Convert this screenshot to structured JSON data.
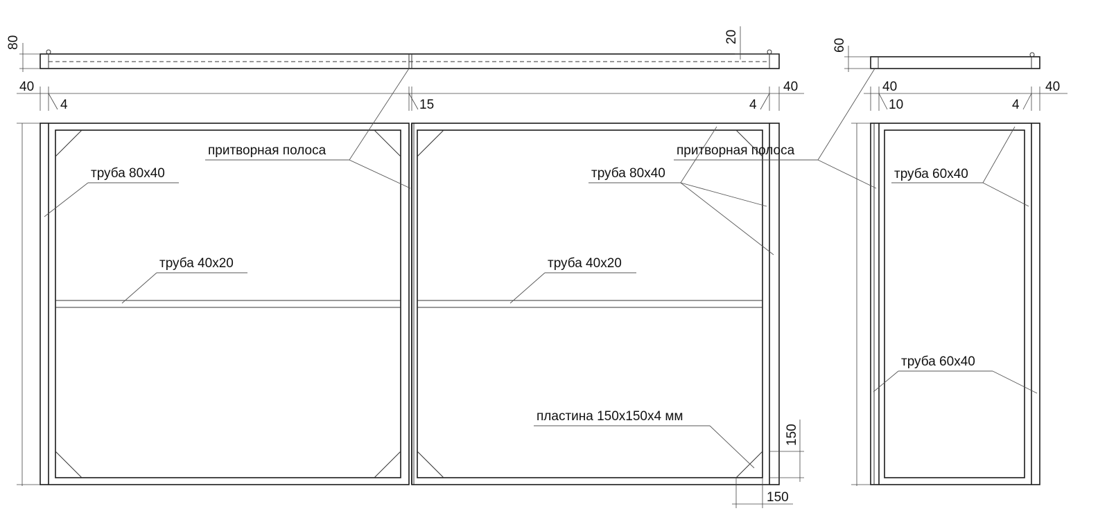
{
  "labels": {
    "pritvor_left": "притворная полоса",
    "pritvor_right": "притворная полоса",
    "truba_80x40_left": "труба 80x40",
    "truba_80x40_right": "труба 80x40",
    "truba_40x20_left": "труба 40x20",
    "truba_40x20_right": "труба 40x20",
    "plastina": "пластина 150x150x4 мм",
    "truba_60x40_top": "труба 60x40",
    "truba_60x40_bottom": "труба 60x40"
  },
  "dimensions": {
    "top_view_height": "80",
    "top_view_right": "20",
    "side_top_height": "60",
    "left_offset": "40",
    "left_wall": "4",
    "center_gap": "15",
    "right_wall": "4",
    "right_offset": "40",
    "side_left_offset": "40",
    "side_wall": "10",
    "side_right_wall": "4",
    "side_right_offset": "40",
    "plate_height": "150",
    "plate_width": "150"
  },
  "colors": {
    "line": "#1a1a1a",
    "background": "#ffffff"
  }
}
